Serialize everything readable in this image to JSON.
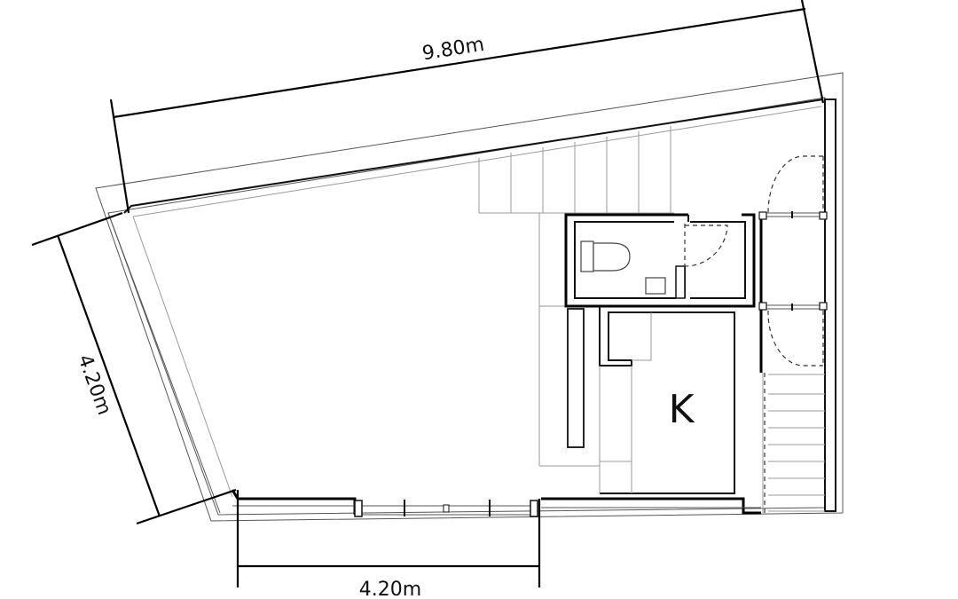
{
  "dimensions": {
    "top_length": "9.80m",
    "left_length": "4.20m",
    "bottom_length": "4.20m"
  },
  "rooms": {
    "kitchen_label": "K"
  }
}
